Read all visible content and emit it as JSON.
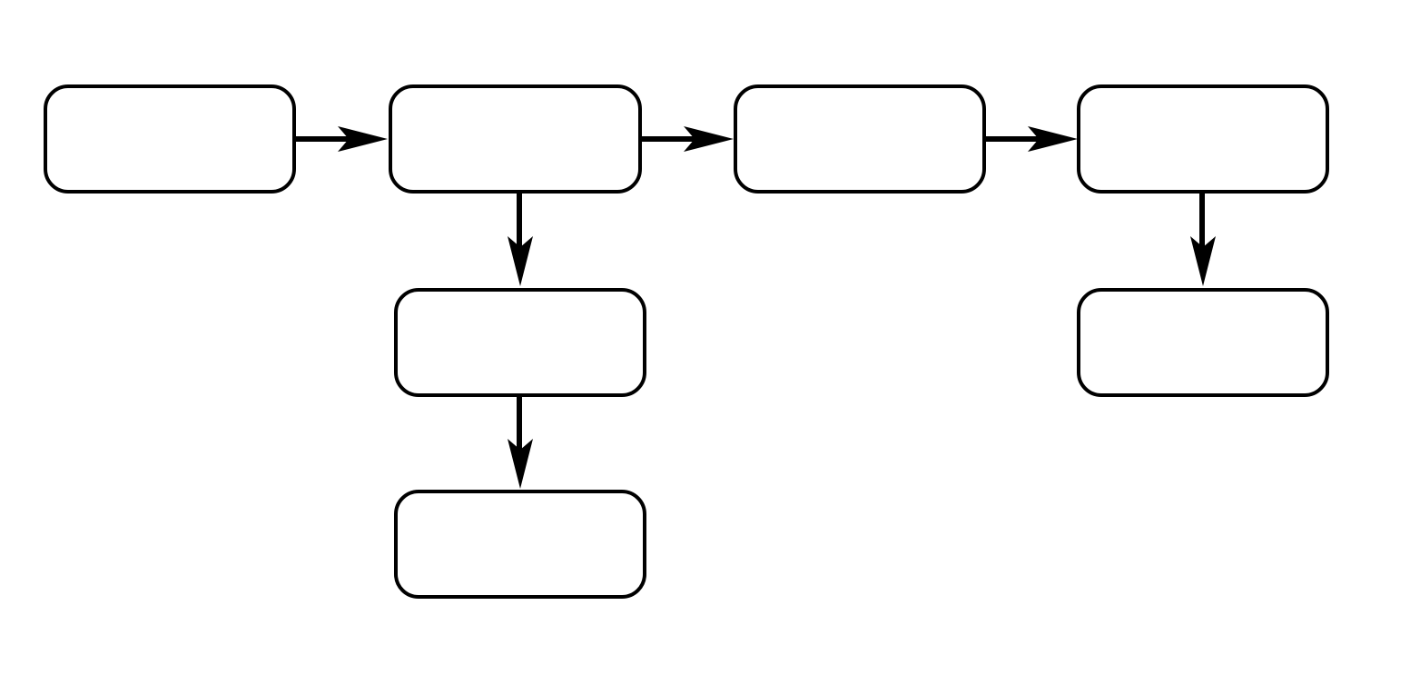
{
  "diagram": {
    "type": "flowchart",
    "nodes": [
      {
        "id": "n1",
        "label": ""
      },
      {
        "id": "n2",
        "label": ""
      },
      {
        "id": "n3",
        "label": ""
      },
      {
        "id": "n4",
        "label": ""
      },
      {
        "id": "n5",
        "label": ""
      },
      {
        "id": "n6",
        "label": ""
      },
      {
        "id": "n7",
        "label": ""
      }
    ],
    "edges": [
      {
        "from": "n1",
        "to": "n2"
      },
      {
        "from": "n2",
        "to": "n3"
      },
      {
        "from": "n3",
        "to": "n4"
      },
      {
        "from": "n2",
        "to": "n5"
      },
      {
        "from": "n5",
        "to": "n6"
      },
      {
        "from": "n4",
        "to": "n7"
      }
    ],
    "colors": {
      "stroke": "#000000",
      "fill": "#ffffff",
      "background": "#ffffff"
    }
  }
}
